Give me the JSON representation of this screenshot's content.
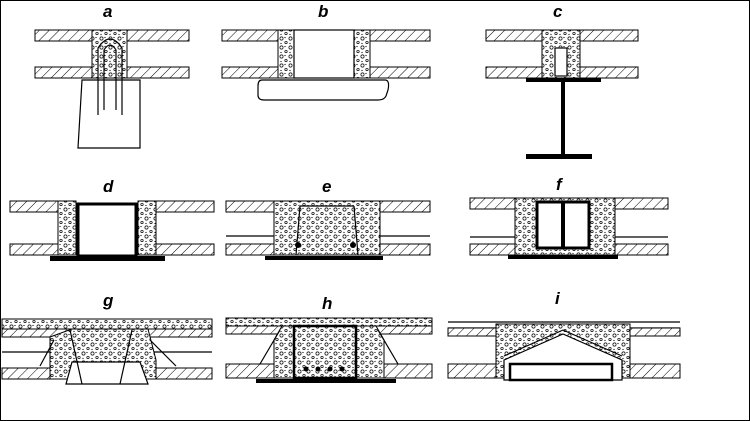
{
  "labels": {
    "a": "a",
    "b": "b",
    "c": "c",
    "d": "d",
    "e": "e",
    "f": "f",
    "g": "g",
    "h": "h",
    "i": "i"
  },
  "colors": {
    "line": "#000000",
    "background": "#ffffff"
  }
}
